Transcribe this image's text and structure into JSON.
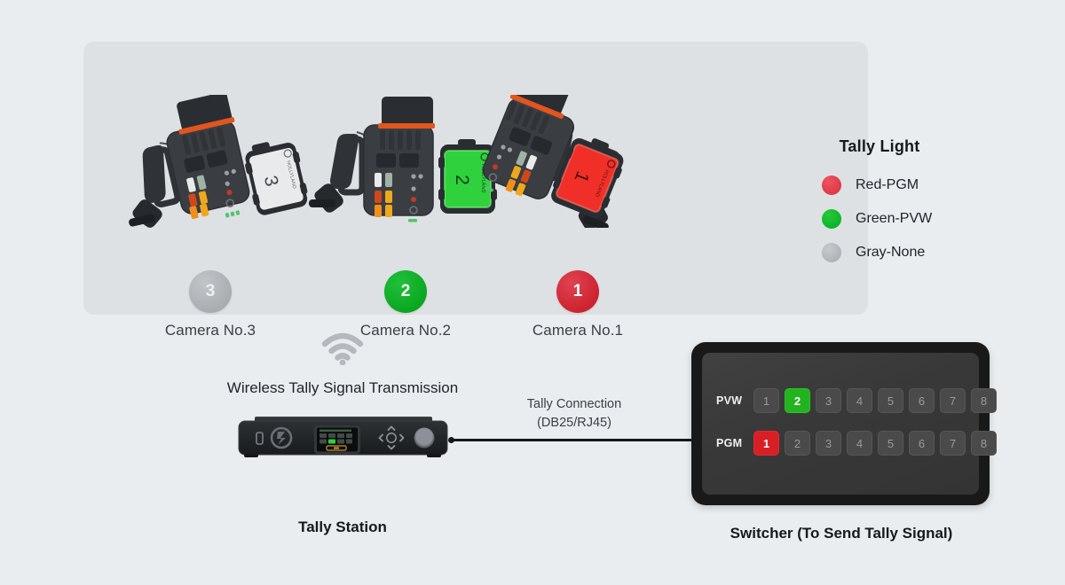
{
  "cameras": [
    {
      "id": "3",
      "label": "Camera No.3",
      "state": "gray",
      "light_color": "#b0b4b8"
    },
    {
      "id": "2",
      "label": "Camera No.2",
      "state": "green",
      "light_color": "#0cb525"
    },
    {
      "id": "1",
      "label": "Camera No.1",
      "state": "red",
      "light_color": "#de3b48"
    }
  ],
  "legend": {
    "title": "Tally Light",
    "items": [
      {
        "label": "Red-PGM",
        "color": "#de3b48",
        "state": "red"
      },
      {
        "label": "Green-PVW",
        "color": "#0cb525",
        "state": "green"
      },
      {
        "label": "Gray-None",
        "color": "#b0b4b8",
        "state": "gray"
      }
    ]
  },
  "wireless": {
    "icon": "wifi-icon",
    "label": "Wireless Tally Signal Transmission"
  },
  "connection": {
    "line1": "Tally Connection",
    "line2": "(DB25/RJ45)"
  },
  "station": {
    "label": "Tally Station",
    "brand_icon": "hollyland-logo-icon",
    "usb_icon": "usb-port-icon",
    "dpad_icon": "dpad-icon",
    "knob_icon": "rotary-knob-icon"
  },
  "switcher": {
    "label": "Switcher (To Send Tally Signal)",
    "rows": [
      {
        "name": "PVW",
        "buttons": [
          "1",
          "2",
          "3",
          "4",
          "5",
          "6",
          "7",
          "8"
        ],
        "active": "2",
        "active_color": "#22b31f"
      },
      {
        "name": "PGM",
        "buttons": [
          "1",
          "2",
          "3",
          "4",
          "5",
          "6",
          "7",
          "8"
        ],
        "active": "1",
        "active_color": "#d71f25"
      }
    ]
  },
  "theme": {
    "page_bg": "#e9edf0",
    "panel_bg": "#dde1e4",
    "ink": "#16191c",
    "wire": "#15181b"
  }
}
